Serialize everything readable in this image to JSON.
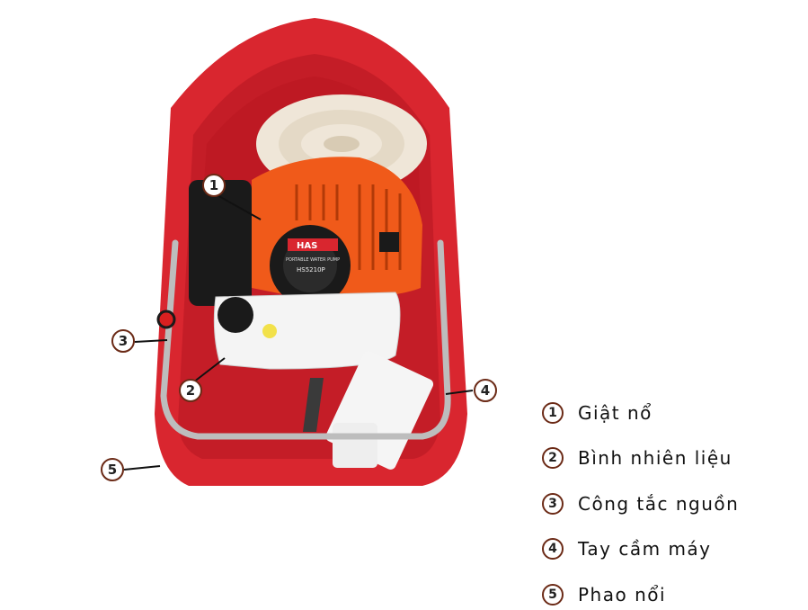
{
  "product": {
    "brand": "HAS",
    "engine_label": "PORTABLE WATER PUMP",
    "model": "HS5210P",
    "colors": {
      "hull": "#d9262f",
      "engine": "#f05a1a",
      "frame": "#bdbdbd"
    }
  },
  "callouts": [
    "1",
    "2",
    "3",
    "4",
    "5"
  ],
  "legend": [
    {
      "num": "1",
      "label": "Giật nổ"
    },
    {
      "num": "2",
      "label": "Bình nhiên liệu"
    },
    {
      "num": "3",
      "label": "Công tắc nguồn"
    },
    {
      "num": "4",
      "label": "Tay cầm máy"
    },
    {
      "num": "5",
      "label": "Phao nổi"
    }
  ]
}
